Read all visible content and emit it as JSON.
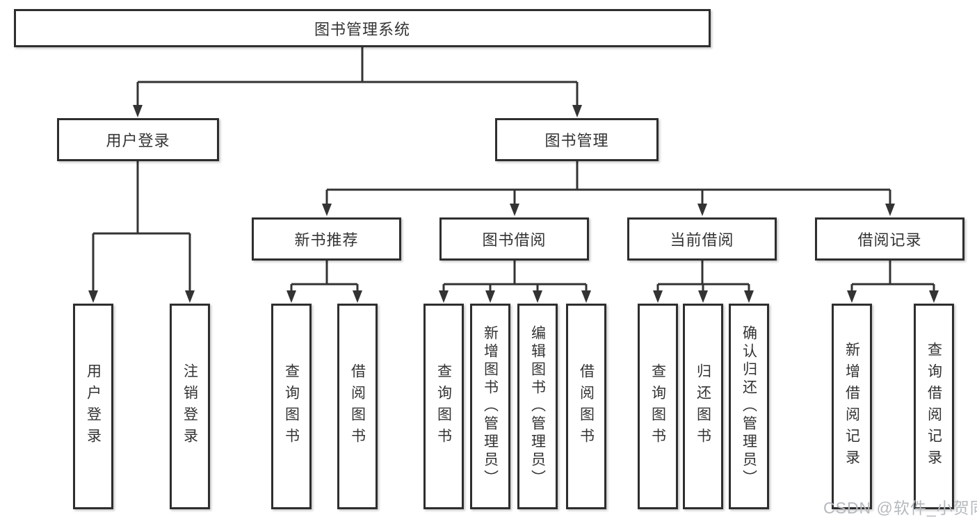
{
  "diagram_title": "图书管理系统",
  "colors": {
    "line": "#333333",
    "box_border": "#2e2e2e",
    "text": "#333333",
    "watermark": "#b5b9be",
    "background": "#ffffff"
  },
  "root": {
    "label": "图书管理系统"
  },
  "level2": [
    {
      "label": "用户登录"
    },
    {
      "label": "图书管理"
    }
  ],
  "level3": [
    {
      "label": "新书推荐",
      "parent": "图书管理"
    },
    {
      "label": "图书借阅",
      "parent": "图书管理"
    },
    {
      "label": "当前借阅",
      "parent": "图书管理"
    },
    {
      "label": "借阅记录",
      "parent": "图书管理"
    }
  ],
  "leaves": [
    {
      "label": "用户登录",
      "parent": "用户登录"
    },
    {
      "label": "注销登录",
      "parent": "用户登录"
    },
    {
      "label": "查询图书",
      "parent": "新书推荐"
    },
    {
      "label": "借阅图书",
      "parent": "新书推荐"
    },
    {
      "label": "查询图书",
      "parent": "图书借阅"
    },
    {
      "label": "新增图书（管理员）",
      "parent": "图书借阅"
    },
    {
      "label": "编辑图书（管理员）",
      "parent": "图书借阅"
    },
    {
      "label": "借阅图书",
      "parent": "图书借阅"
    },
    {
      "label": "查询图书",
      "parent": "当前借阅"
    },
    {
      "label": "归还图书",
      "parent": "当前借阅"
    },
    {
      "label": "确认归还（管理员）",
      "parent": "当前借阅"
    },
    {
      "label": "新增借阅记录",
      "parent": "借阅记录"
    },
    {
      "label": "查询借阅记录",
      "parent": "借阅记录"
    }
  ],
  "watermark": "CSDN @软件_小贺同学"
}
